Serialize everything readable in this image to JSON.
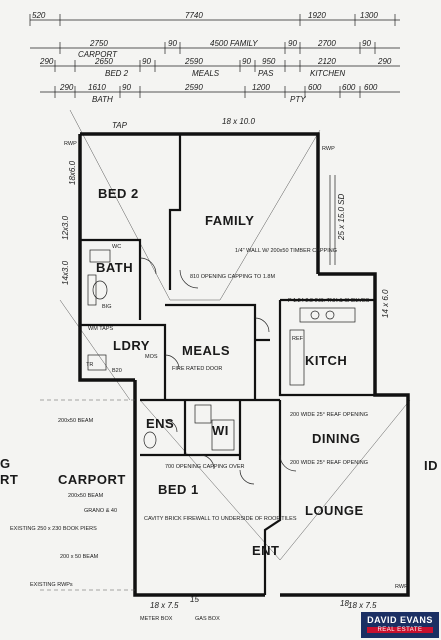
{
  "rooms": {
    "bed2": "BED 2",
    "family": "FAMILY",
    "bath": "BATH",
    "ldry": "LDRY",
    "meals": "MEALS",
    "kitch": "KITCH",
    "ens": "ENS",
    "wi": "WI",
    "dining": "DINING",
    "carport": "CARPORT",
    "bed1": "BED 1",
    "ent": "ENT",
    "lounge": "LOUNGE"
  },
  "dimensions": {
    "top_row1": [
      "520",
      "7740",
      "1920",
      "1300"
    ],
    "top_row2": [
      "2750",
      "90",
      "4500 FAMILY",
      "90",
      "2700",
      "90"
    ],
    "top_row2_sub": [
      "CARPORT"
    ],
    "top_row3": [
      "290",
      "2650",
      "90",
      "2590",
      "90",
      "950",
      "2120",
      "290"
    ],
    "top_row3_sub": [
      "BED 2",
      "MEALS",
      "PAS",
      "KITCHEN"
    ],
    "top_row4": [
      "290",
      "1610",
      "90",
      "2590",
      "1200",
      "600",
      "600",
      "600"
    ],
    "top_row4_sub": [
      "BATH",
      "PTY"
    ],
    "window_top": "18 x 10.0",
    "window_left": "18x6.0",
    "window_right": "25 x 15.0 SD",
    "window_left_lower": "14x3.0",
    "window_kitch": "14 x 6.0",
    "window_bed1": "18 x 7.5",
    "window_lounge": "18 x 7.5",
    "side_left": "14x3.0",
    "side_bed2": "12x3.0"
  },
  "notes": {
    "tap_top": "TAP",
    "rwp_tl": "RWP",
    "rwp_tr": "RWP",
    "wall_note": "1/4\" WALL W/ 200x50 TIMBER CAPPING",
    "opening1": "810 OPENING CAPPING TO 1.8M",
    "pantry": "P 1.24 2.8 INS. TNK & SHELVES",
    "wm_taps": "WM TAPS",
    "mos": "MOS",
    "fire_rated": "FIRE RATED DOOR",
    "trough": "TR",
    "b20": "B20",
    "beam1": "200x50 BEAM",
    "beam2": "200 WIDE 25° REAF OPENING",
    "beam3": "200 WIDE 25° REAF OPENING",
    "opening2": "700 OPENING CAPPING OVER",
    "carport_beam": "200x50 BEAM",
    "carport_grano": "GRANO & 40",
    "existing_beam": "EXISTING 250 x 230 BOOK PIERS",
    "carport_beam2": "200 x 50 BEAM",
    "cavity": "CAVITY BRICK FIREWALL TO UNDERSIDE OF ROOF TILES",
    "meter": "METER BOX",
    "gas": "GAS BOX",
    "rwp_bl": "EXISTING RWPs",
    "rwp_br": "RWP",
    "ref_15": "15",
    "ref_18": "18",
    "fridge": "REF",
    "wc": "WC",
    "bi_left": "BIG",
    "left_fragment1": "G",
    "left_fragment2": "RT",
    "right_fragment": "ID"
  },
  "brand": {
    "name": "DAVID EVANS",
    "sub": "REAL ESTATE"
  }
}
